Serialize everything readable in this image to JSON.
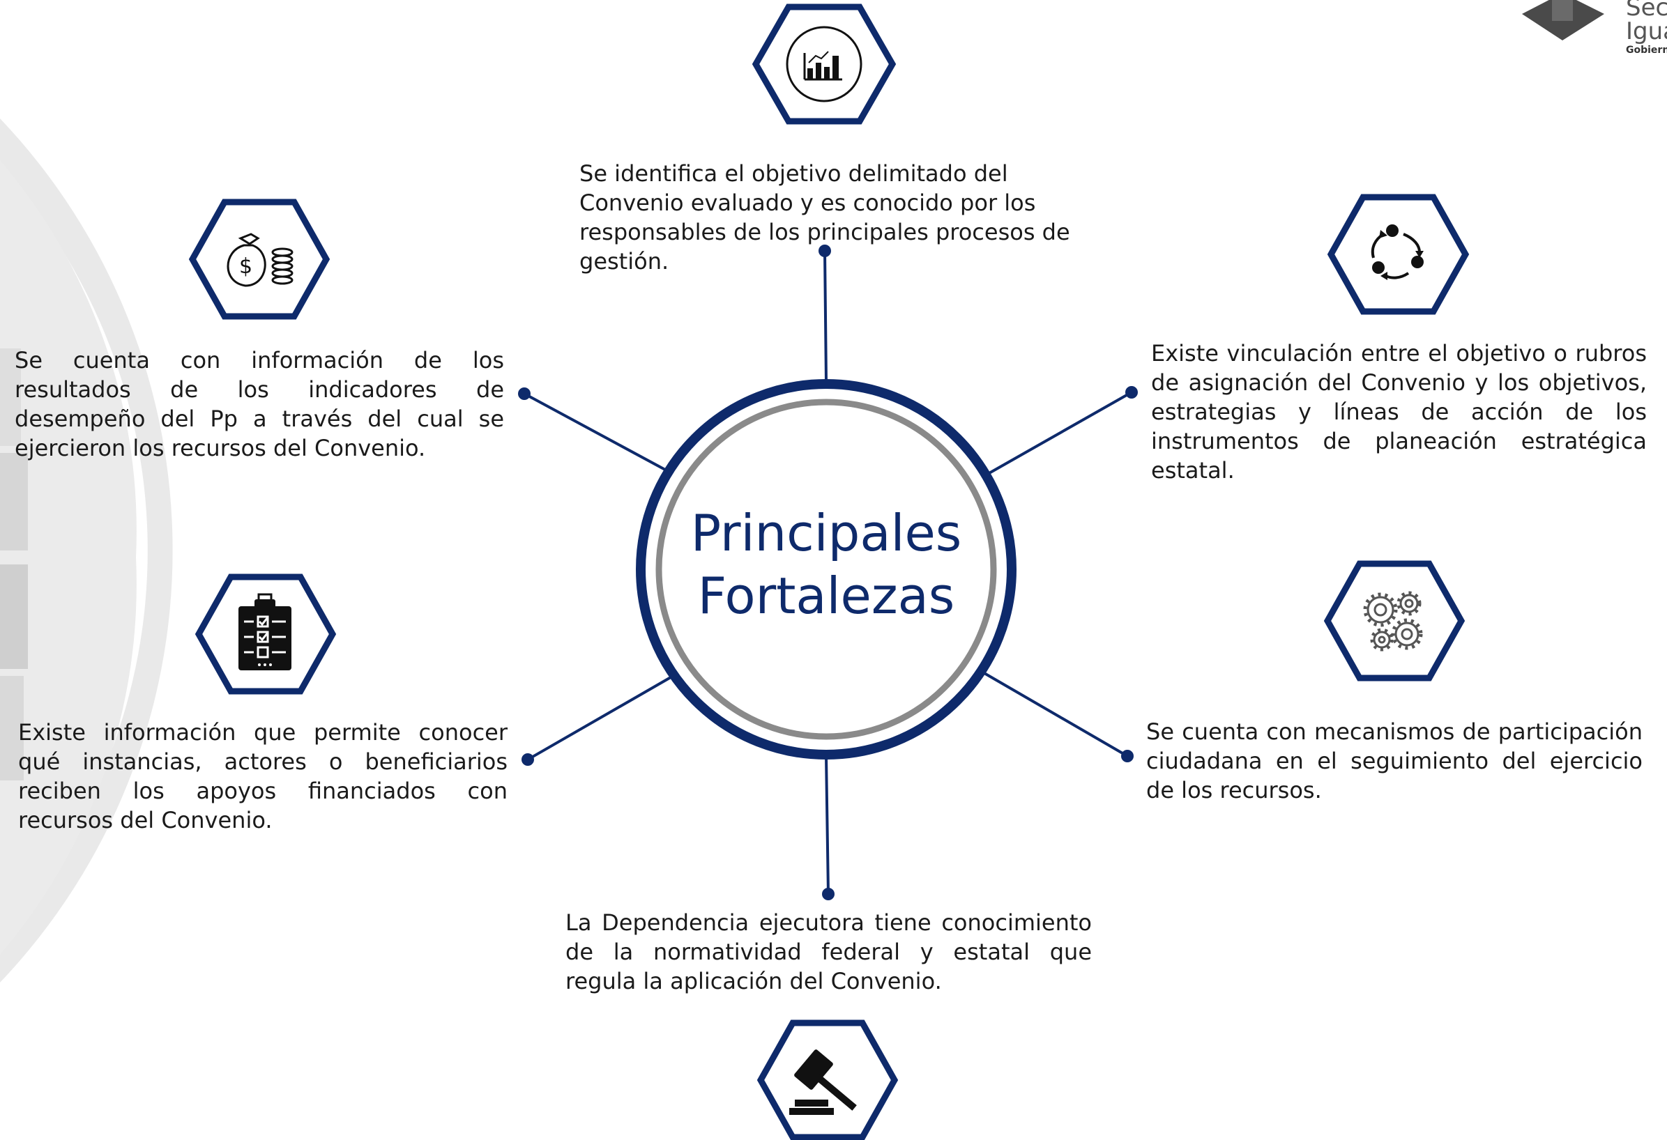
{
  "center": {
    "title_line1": "Principales",
    "title_line2": "Fortalezas"
  },
  "nodes": {
    "top": {
      "icon": "bar-chart-icon",
      "text": "Se identifica el objetivo delimitado del Convenio evaluado  y es conocido por los responsables de los principales procesos de gestión."
    },
    "upper_left": {
      "icon": "money-bag-coins-icon",
      "text": "Se cuenta con información de los resultados de los indicadores de desempeño del Pp a través del cual se ejercieron los recursos del Convenio."
    },
    "upper_right": {
      "icon": "cycle-arrows-icon",
      "text": "Existe vinculación entre el objetivo o rubros de asignación del Convenio y los objetivos, estrategias y líneas de acción de los instrumentos de planeación estratégica estatal."
    },
    "lower_left": {
      "icon": "checklist-clipboard-icon",
      "text": "Existe información que permite conocer qué instancias, actores o beneficiarios reciben los apoyos financiados con recursos del Convenio."
    },
    "lower_right": {
      "icon": "gears-icon",
      "text": "Se cuenta con mecanismos de participación ciudadana en el seguimiento del ejercicio de los recursos."
    },
    "bottom": {
      "icon": "gavel-icon",
      "text": "La Dependencia ejecutora tiene conocimiento de la normatividad federal y estatal que regula la aplicación del Convenio."
    }
  },
  "logo": {
    "line1": "Secr",
    "line2": "Igua",
    "line3": "Gobiern"
  },
  "colors": {
    "navy": "#0e2a6b",
    "ring_gray": "#8a8a8a",
    "background_arc": "#e6e6e6"
  }
}
